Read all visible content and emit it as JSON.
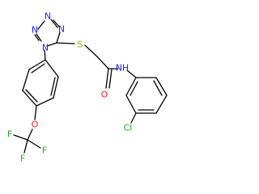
{
  "molecule": {
    "atoms": {
      "n1": {
        "label": "N",
        "color": "#1f1fff"
      },
      "n2": {
        "label": "N",
        "color": "#1f1fff"
      },
      "n3": {
        "label": "N",
        "color": "#1f1fff"
      },
      "n4": {
        "label": "N",
        "color": "#1f1fff"
      },
      "s": {
        "label": "S",
        "color": "#a8a800"
      },
      "nh": {
        "label": "N",
        "color": "#1f1fff"
      },
      "h": {
        "label": "H",
        "color": "#1f1fff"
      },
      "o_carbonyl": {
        "label": "O",
        "color": "#ff1f1f"
      },
      "cl": {
        "label": "Cl",
        "color": "#1fa81f"
      },
      "o_ether": {
        "label": "O",
        "color": "#ff1f1f"
      },
      "f1": {
        "label": "F",
        "color": "#1fa81f"
      },
      "f2": {
        "label": "F",
        "color": "#1fa81f"
      },
      "f3": {
        "label": "F",
        "color": "#1fa81f"
      }
    }
  }
}
